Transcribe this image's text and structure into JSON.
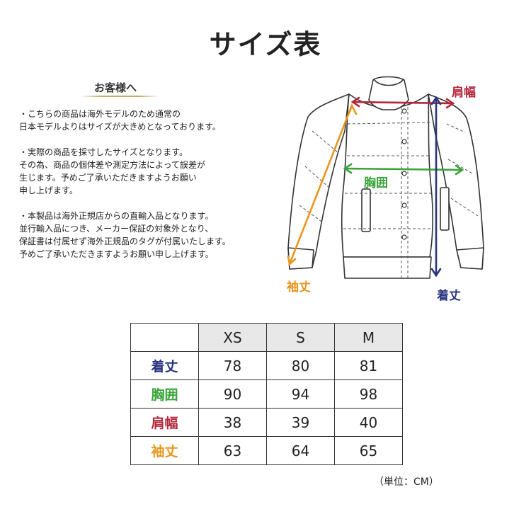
{
  "title": "サイズ表",
  "notice": {
    "heading": "お客様へ",
    "paragraphs": [
      "・こちらの商品は海外モデルのため通常の\n日本モデルよりはサイズが大きめとなっております。",
      "・実際の商品を採寸したサイズとなります。\nその為、商品の個体差や測定方法によって誤差が\n生じます。予めご了承いただきますようお願い\n申し上げます。",
      "・本製品は海外正規店からの直輸入品となります。\n並行輸入品につき、メーカー保証の対象外となり、\n保証書は付属せず海外正規品のタグが付属いたします。\n予めご了承いただきますようお願い申し上げます。"
    ]
  },
  "diagram": {
    "labels": {
      "shoulder": "肩幅",
      "chest": "胸囲",
      "sleeve": "袖丈",
      "length": "着丈"
    },
    "colors": {
      "shoulder": "#b5263a",
      "chest": "#3aa33a",
      "sleeve": "#e8961e",
      "length": "#2a3580",
      "outline": "#333333"
    }
  },
  "table": {
    "headers": [
      "XS",
      "S",
      "M"
    ],
    "rows": [
      {
        "label": "着丈",
        "color": "#2a3580",
        "values": [
          "78",
          "80",
          "81"
        ]
      },
      {
        "label": "胸囲",
        "color": "#3aa33a",
        "values": [
          "90",
          "94",
          "98"
        ]
      },
      {
        "label": "肩幅",
        "color": "#b5263a",
        "values": [
          "38",
          "39",
          "40"
        ]
      },
      {
        "label": "袖丈",
        "color": "#e8961e",
        "values": [
          "63",
          "64",
          "65"
        ]
      }
    ]
  },
  "unit": "（単位：CM）"
}
